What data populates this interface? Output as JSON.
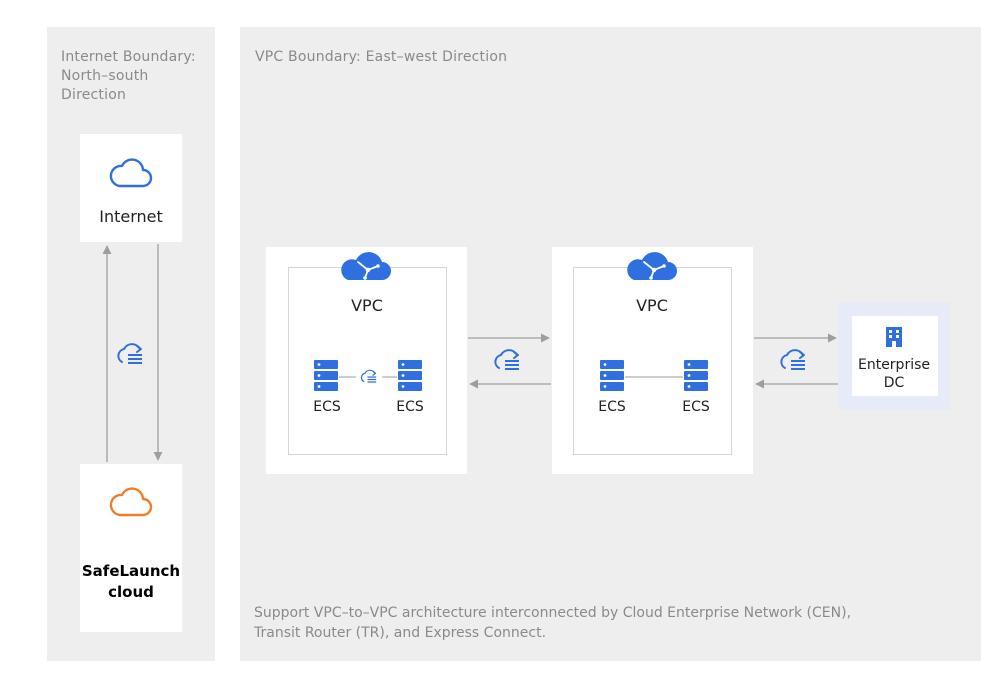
{
  "panels": {
    "internet_boundary": {
      "title_lines": [
        "Internet Boundary:",
        "North–south",
        "Direction"
      ]
    },
    "vpc_boundary": {
      "title": "VPC Boundary: East–west Direction"
    }
  },
  "nodes": {
    "internet": {
      "label": "Internet",
      "icon": "cloud-outline-icon",
      "color": "#2f6fe0"
    },
    "safelaunch": {
      "label_lines": [
        "SafeLaunch",
        "cloud"
      ],
      "icon": "cloud-outline-icon",
      "color": "#ef7d2a"
    },
    "vpc_left": {
      "label": "VPC",
      "ecs_left": "ECS",
      "ecs_right": "ECS"
    },
    "vpc_right": {
      "label": "VPC",
      "ecs_left": "ECS",
      "ecs_right": "ECS"
    },
    "enterprise_dc": {
      "label_lines": [
        "Enterprise",
        "DC"
      ],
      "icon": "building-icon"
    }
  },
  "colors": {
    "accent_blue": "#2f6fe0",
    "accent_orange": "#ef7d2a",
    "arrow": "#9e9e9e"
  },
  "caption_lines": [
    "Support VPC–to–VPC architecture interconnected by Cloud Enterprise Network (CEN),",
    "Transit Router (TR), and Express Connect."
  ]
}
